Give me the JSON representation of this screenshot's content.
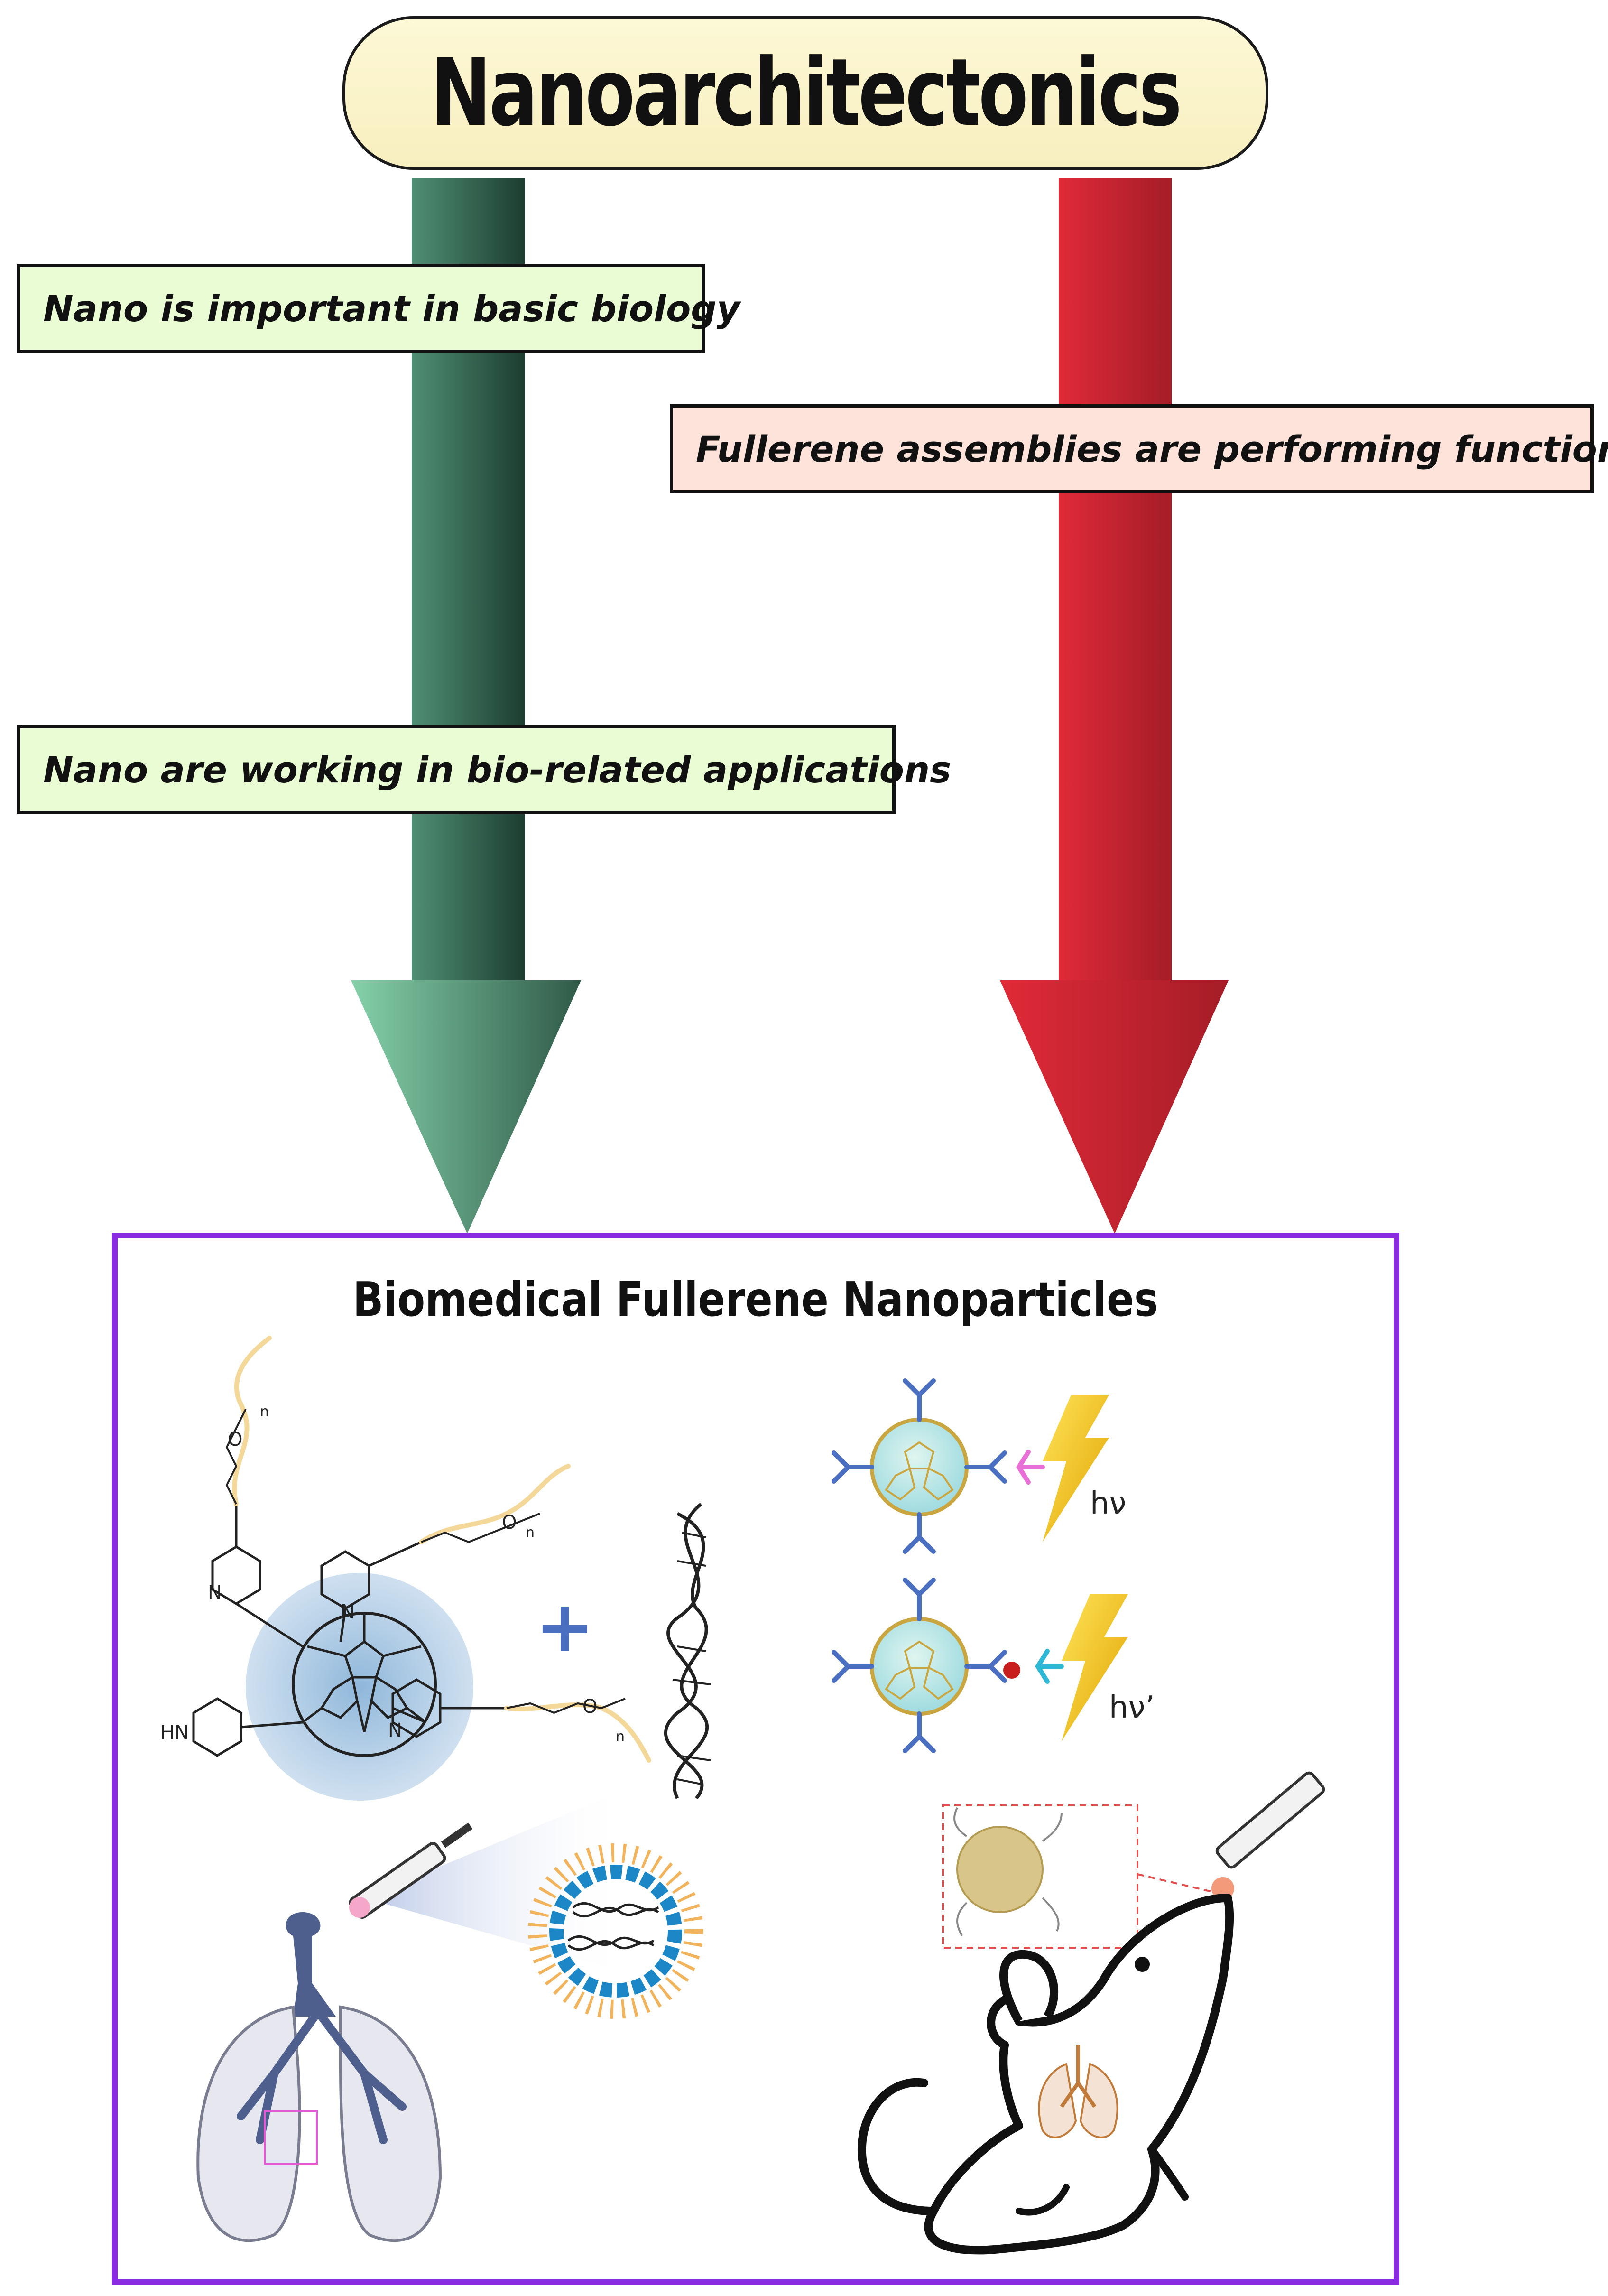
{
  "title": "Nanoarchitectonics",
  "left_arrow": {
    "color_top": "#1f4a3c",
    "color_bottom": "#7ecba0",
    "labels": [
      "Nano is important in basic biology",
      "Nano are working in bio-related applications"
    ]
  },
  "right_arrow": {
    "color": "#c4202e",
    "label": "Fullerene assemblies are performing functions"
  },
  "panel": {
    "title": "Biomedical Fullerene Nanoparticles",
    "border_color": "#8a2be2",
    "molecule_labels": {
      "n": "n",
      "o": "O",
      "nitrogen": "N",
      "hn": "HN"
    },
    "operator": "+",
    "photon_labels": [
      "hν",
      "hν’"
    ]
  }
}
